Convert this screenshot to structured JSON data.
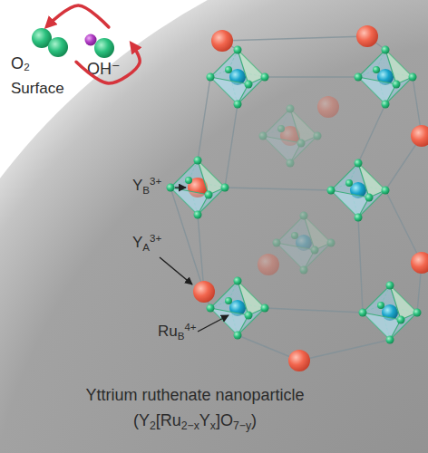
{
  "diagram": {
    "nodes": [
      {
        "text": [
          "Yttrium ruthenate nanoparticle",
          "(Y2[Ru2−xYx]O7−y)"
        ]
      },
      {
        "text": [
          "O₂"
        ]
      },
      {
        "text": [
          "OH⁻"
        ]
      }
    ],
    "edges": [
      {
        "from": 2,
        "to": 1,
        "arrow": "to"
      },
      {
        "from": 1,
        "to": 2,
        "arrow": "to"
      }
    ],
    "labels": [
      "Surface",
      "YB3+",
      "YA3+",
      "RuB4+"
    ]
  }
}
